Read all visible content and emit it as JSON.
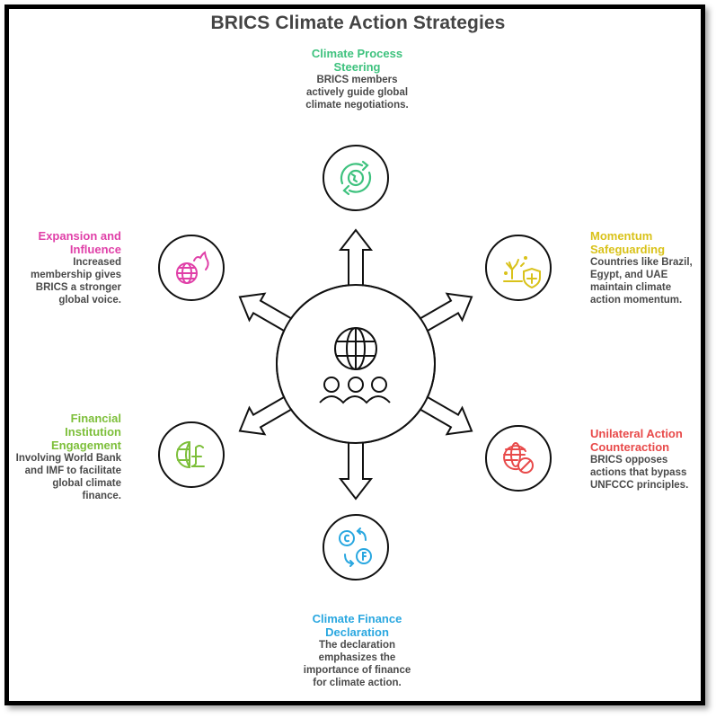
{
  "title": "BRICS Climate Action Strategies",
  "center": {
    "icons": [
      "globe-icon",
      "people-group-icon"
    ]
  },
  "nodes": [
    {
      "id": "top",
      "heading": "Climate Process Steering",
      "heading_lines": [
        "Climate Process",
        "Steering"
      ],
      "description_lines": [
        "BRICS members",
        "actively guide global",
        "climate negotiations."
      ],
      "color": "#3ec27e",
      "icon": "globe-cycle-icon"
    },
    {
      "id": "upper-left",
      "heading": "Expansion and Influence",
      "heading_lines": [
        "Expansion and",
        "Influence"
      ],
      "description_lines": [
        "Increased",
        "membership gives",
        "BRICS a stronger",
        "global voice."
      ],
      "color": "#e040a8",
      "icon": "globe-fire-icon"
    },
    {
      "id": "upper-right",
      "heading": "Momentum Safeguarding",
      "heading_lines": [
        "Momentum",
        "Safeguarding"
      ],
      "description_lines": [
        "Countries like Brazil,",
        "Egypt, and UAE",
        "maintain climate",
        "action momentum."
      ],
      "color": "#d9c21a",
      "icon": "tree-shield-icon"
    },
    {
      "id": "lower-left",
      "heading": "Financial Institution Engagement",
      "heading_lines": [
        "Financial",
        "Institution",
        "Engagement"
      ],
      "description_lines": [
        "Involving World Bank",
        "and IMF to facilitate",
        "global climate",
        "finance."
      ],
      "color": "#7dbf3a",
      "icon": "globe-pound-icon"
    },
    {
      "id": "lower-right",
      "heading": "Unilateral Action Counteraction",
      "heading_lines": [
        "Unilateral Action",
        "Counteraction"
      ],
      "description_lines": [
        "BRICS opposes",
        "actions that bypass",
        "UNFCCC principles."
      ],
      "color": "#e84a4a",
      "icon": "globe-prohibit-icon"
    },
    {
      "id": "bottom",
      "heading": "Climate Finance Declaration",
      "heading_lines": [
        "Climate Finance",
        "Declaration"
      ],
      "description_lines": [
        "The declaration",
        "emphasizes the",
        "importance of finance",
        "for climate action."
      ],
      "color": "#29a7e0",
      "icon": "temperature-exchange-icon"
    }
  ]
}
